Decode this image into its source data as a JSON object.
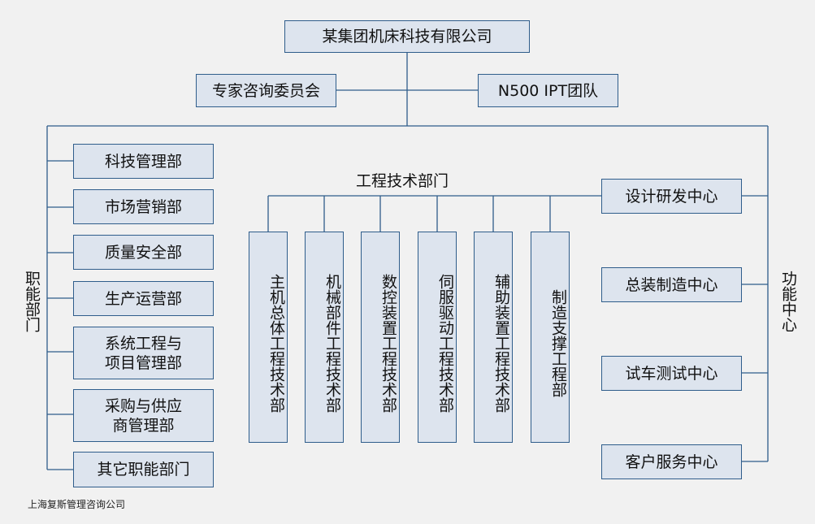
{
  "company": "某集团机床科技有限公司",
  "advisory": "专家咨询委员会",
  "ipt_team": "N500 IPT团队",
  "functional_departments": {
    "label": "职能部门",
    "items": [
      {
        "line1": "科技管理部",
        "line2": ""
      },
      {
        "line1": "市场营销部",
        "line2": ""
      },
      {
        "line1": "质量安全部",
        "line2": ""
      },
      {
        "line1": "生产运营部",
        "line2": ""
      },
      {
        "line1": "系统工程与",
        "line2": "项目管理部"
      },
      {
        "line1": "采购与供应",
        "line2": "商管理部"
      },
      {
        "line1": "其它职能部门",
        "line2": ""
      }
    ]
  },
  "engineering": {
    "label": "工程技术部门",
    "items": [
      "主机总体工程技术部",
      "机械部件工程技术部",
      "数控装置工程技术部",
      "伺服驱动工程技术部",
      "辅助装置工程技术部",
      "制造支撑工程部"
    ]
  },
  "function_centers": {
    "label": "功能中心",
    "items": [
      "设计研发中心",
      "总装制造中心",
      "试车测试中心",
      "客户服务中心"
    ]
  },
  "footer": "上海复斯管理咨询公司",
  "colors": {
    "box_fill": "#dde4ee",
    "box_border": "#2f5d8b",
    "line": "#2f5d8b",
    "background": "#f1f1f1"
  }
}
